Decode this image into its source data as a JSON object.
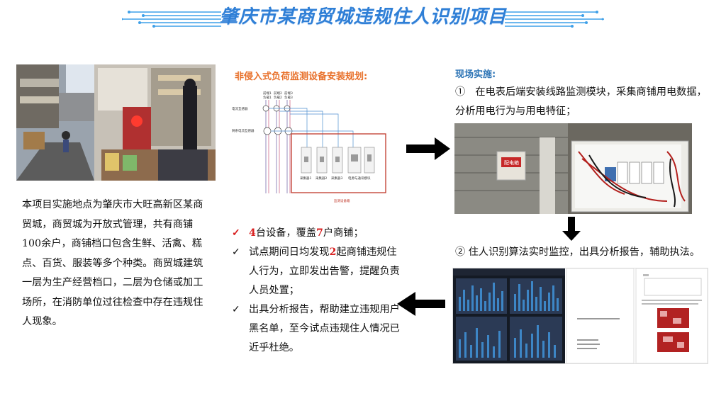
{
  "title": "肇庆市某商贸城违规住人识别项目",
  "left": {
    "description": "本项目实施地点为肇庆市大旺高新区某商贸城，商贸城为开放式管理，共有商铺100余户，商铺档口包含生鲜、活禽、糕点、百货、服装等多个种类。商贸城建筑一层为生产经营档口，二层为仓储或加工场所，在消防单位过往检查中存在违规住人现象。"
  },
  "middle": {
    "heading": "非侵入式负荷监测设备安装规划:",
    "diagram": {
      "labels": [
        "前端1",
        "前端2",
        "前端3",
        "负载1",
        "负载2",
        "负载3",
        "电流互感器",
        "剩余电流互感器",
        "采集器1",
        "采集器2",
        "采集器3",
        "电源与通讯模块",
        "监测设备箱"
      ]
    },
    "bullets": [
      {
        "mark": "✓",
        "pre": "",
        "num1": "4",
        "mid": "台设备，覆盖",
        "num2": "7",
        "post": "户商铺；"
      },
      {
        "mark": "✓",
        "pre": "试点期间日均发现",
        "num1": "2",
        "mid": "起商铺违规住人行为，立即发出告警，提醒负责人员处置；",
        "num2": "",
        "post": ""
      },
      {
        "mark": "✓",
        "pre": "出具分析报告，帮助建立违规用户黑名单，至今试点违规住人情况已近乎杜绝。",
        "num1": "",
        "mid": "",
        "num2": "",
        "post": ""
      }
    ],
    "colors": {
      "accent": "#d82020",
      "check": "#d82020"
    }
  },
  "right": {
    "heading": "现场实施:",
    "step1": "①　在电表后端安装线路监测模块，采集商铺用电数据，分析用电行为与用电特征；",
    "step2": "② 住人识别算法实时监控，出具分析报告，辅助执法。",
    "photo_sign": "配电箱"
  },
  "colors": {
    "title": "#2f7fd6",
    "orange": "#e8702a",
    "blue": "#2e75b6",
    "red": "#d82020"
  }
}
